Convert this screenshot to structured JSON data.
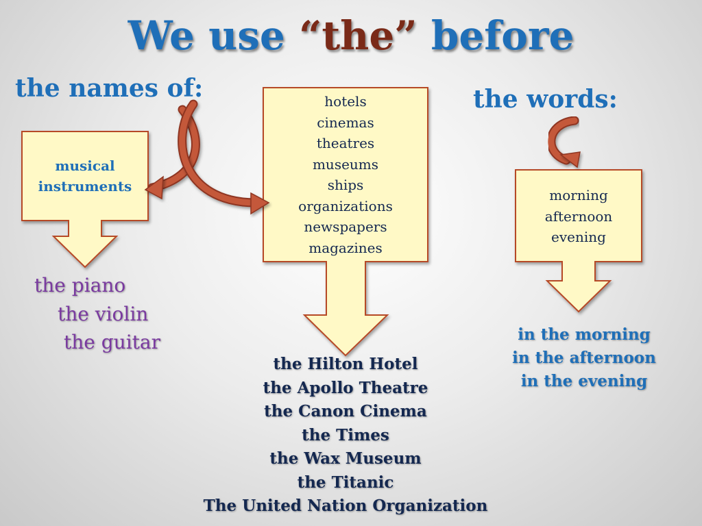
{
  "title": {
    "part1": "We use ",
    "part2": "“the”",
    "part3": " before"
  },
  "left": {
    "heading": "the names of:",
    "box_label": [
      "musical",
      "instruments"
    ],
    "examples": [
      "the piano",
      "the violin",
      "the guitar"
    ]
  },
  "middle": {
    "box_items": [
      "hotels",
      "cinemas",
      "theatres",
      "museums",
      "ships",
      "organizations",
      "newspapers",
      "magazines"
    ],
    "examples": [
      "the  Hilton Hotel",
      "the  Apollo Theatre",
      "the Canon Cinema",
      "the Times",
      "the Wax Museum",
      "the Titanic",
      "The United Nation Organization"
    ]
  },
  "right": {
    "heading": "the words:",
    "box_items": [
      "morning",
      "afternoon",
      "evening"
    ],
    "examples": [
      "in the morning",
      "in the afternoon",
      "in the evening"
    ]
  },
  "colors": {
    "blue_text": "#1f6fb8",
    "dark_red": "#7a2a18",
    "purple": "#7a3aa0",
    "box_fill": "#fff9c6",
    "box_stroke": "#b64828",
    "arrow_fill": "#c4583a",
    "dark_text": "#142850"
  }
}
